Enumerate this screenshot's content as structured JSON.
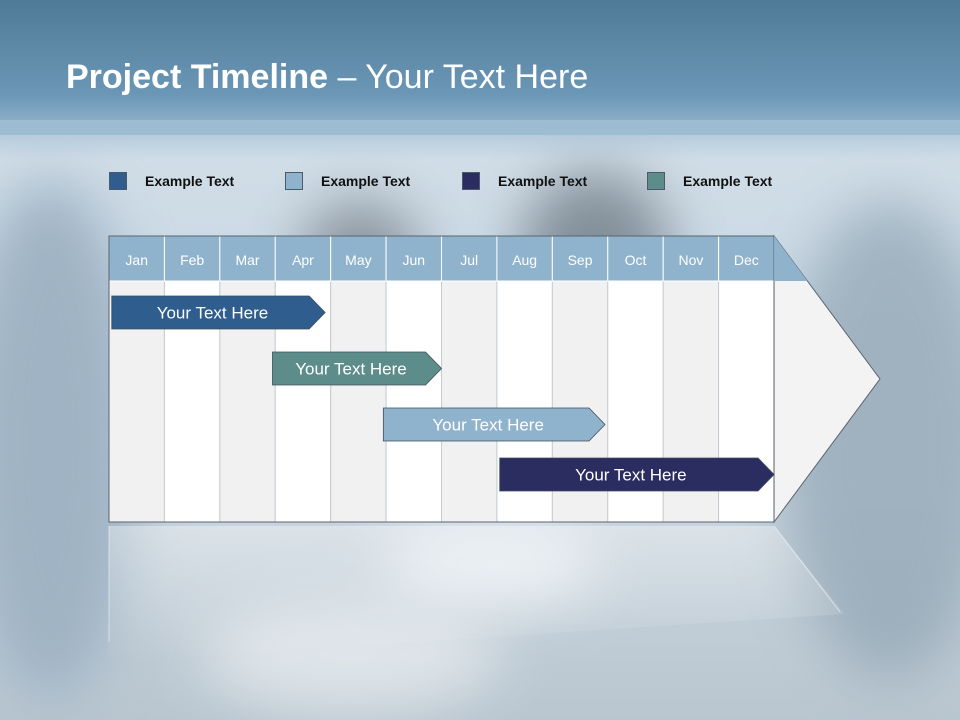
{
  "title": {
    "bold": "Project Timeline",
    "rest": " – Your Text Here"
  },
  "legend": [
    {
      "label": "Example Text",
      "color": "#2e5d8e"
    },
    {
      "label": "Example Text",
      "color": "#8fb3cd"
    },
    {
      "label": "Example Text",
      "color": "#2b2c60"
    },
    {
      "label": "Example Text",
      "color": "#5d8d8a"
    }
  ],
  "months": [
    "Jan",
    "Feb",
    "Mar",
    "Apr",
    "May",
    "Jun",
    "Jul",
    "Aug",
    "Sep",
    "Oct",
    "Nov",
    "Dec"
  ],
  "tasks": [
    {
      "label": "Your  Text Here",
      "start": 0.05,
      "end": 3.9,
      "color": "#2e5d8e"
    },
    {
      "label": "Your  Text Here",
      "start": 2.95,
      "end": 6.0,
      "color": "#5d8d8a"
    },
    {
      "label": "Your  Text Here",
      "start": 4.95,
      "end": 8.95,
      "color": "#8fb3cd"
    },
    {
      "label": "Your  Text Here",
      "start": 7.05,
      "end": 12.0,
      "color": "#2b2c60"
    }
  ],
  "colors": {
    "header_band": "#8fb3cd",
    "col_light": "#f1f1f1",
    "col_white": "#ffffff"
  }
}
